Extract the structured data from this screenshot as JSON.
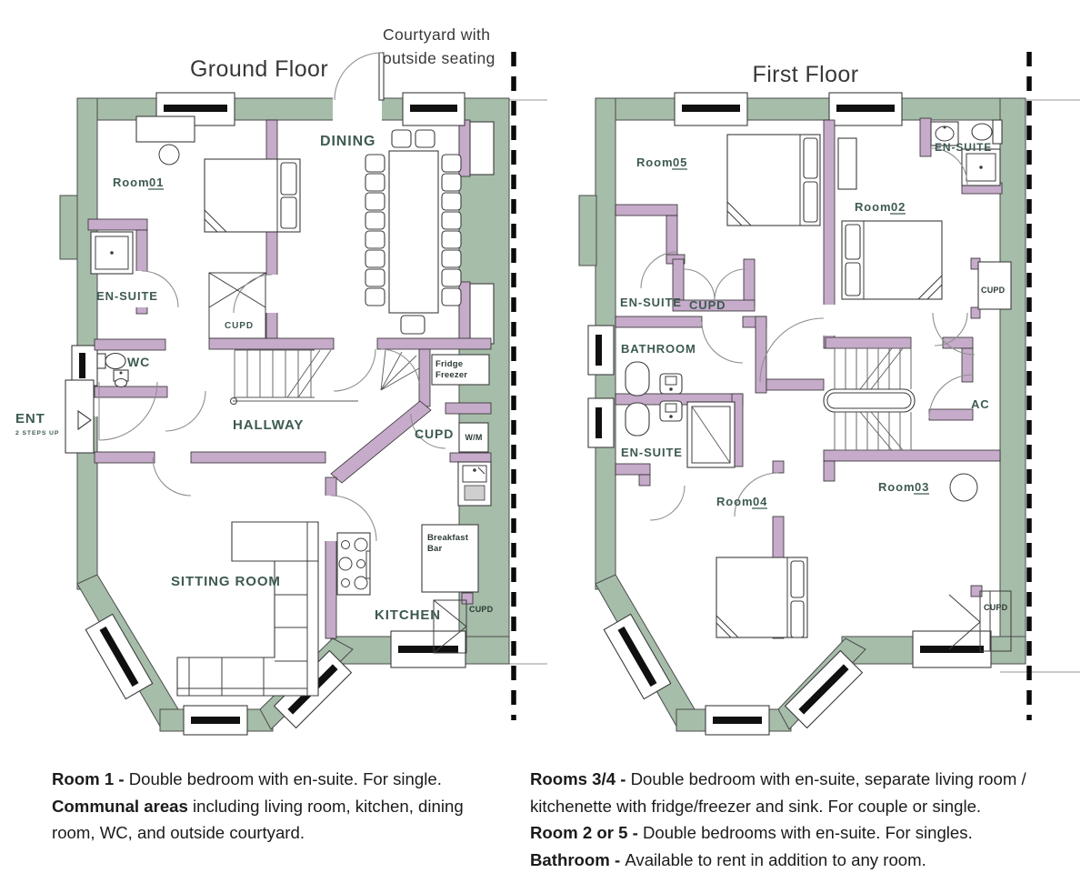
{
  "titles": {
    "ground": "Ground Floor",
    "first": "First Floor"
  },
  "courtyard_note": {
    "line1": "Courtyard with",
    "line2": "outside seating"
  },
  "colors": {
    "exterior_wall": "#a6bdaa",
    "interior_wall": "#c6abca",
    "room_label": "#3d5a52",
    "boundary_dash": "#0a0a0a"
  },
  "ground": {
    "dining": "DINING",
    "room1_word": "Room",
    "room1_num": "01",
    "ensuite": "EN-SUITE",
    "wc": "WC",
    "hallway": "HALLWAY",
    "sitting": "SITTING ROOM",
    "kitchen": "KITCHEN",
    "cupd_stairs": "CUPD",
    "cupd_hall": "CUPD",
    "cupd_kitchen": "CUPD",
    "fridge1": "Fridge",
    "fridge2": "Freezer",
    "wm": "W/M",
    "bb1": "Breakfast",
    "bb2": "Bar",
    "ent": "ENT",
    "ent_sub": "2 STEPS UP"
  },
  "first": {
    "room5_word": "Room",
    "room5_num": "05",
    "room2_word": "Room",
    "room2_num": "02",
    "room3_word": "Room",
    "room3_num": "03",
    "room4_word": "Room",
    "room4_num": "04",
    "ensuite_tr": "EN-SUITE",
    "ensuite_ul": "EN-SUITE",
    "ensuite_ll": "EN-SUITE",
    "bathroom": "BATHROOM",
    "cupd_landing": "CUPD",
    "cupd_right": "CUPD",
    "cupd_br": "CUPD",
    "ac": "AC"
  },
  "legend_left": {
    "lines": [
      {
        "b": "Room 1 - ",
        "t": "Double bedroom with en-suite. For single."
      },
      {
        "b": "Communal areas ",
        "t": "including living room, kitchen, dining"
      },
      {
        "b": "",
        "t": "room, WC, and outside courtyard."
      }
    ]
  },
  "legend_right": {
    "lines": [
      {
        "b": "Rooms 3/4 - ",
        "t": "Double bedroom with en-suite, separate living room /"
      },
      {
        "b": "",
        "t": "kitchenette with fridge/freezer and sink. For couple or single."
      },
      {
        "b": "Room 2 or 5 - ",
        "t": "Double bedrooms with en-suite. For singles."
      },
      {
        "b": "Bathroom - ",
        "t": "Available to rent in addition to any room."
      }
    ]
  }
}
